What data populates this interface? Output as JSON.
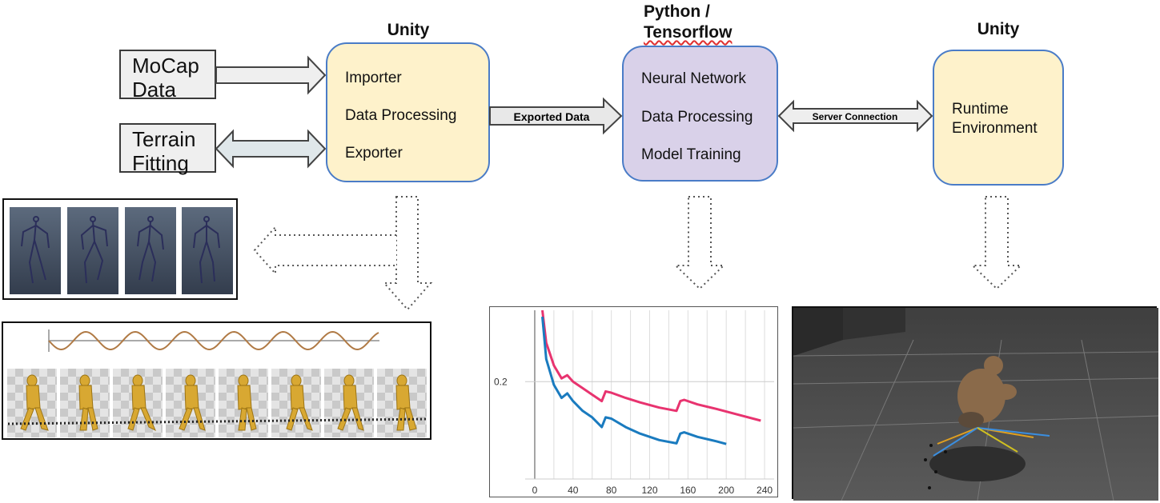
{
  "headings": {
    "unity_left": "Unity",
    "python_line1": "Python /",
    "python_line2": "Tensorflow",
    "unity_right": "Unity"
  },
  "inputs": {
    "mocap_line1": "MoCap",
    "mocap_line2": "Data",
    "terrain_line1": "Terrain",
    "terrain_line2": "Fitting"
  },
  "unity_panel": {
    "items": [
      "Importer",
      "Data Processing",
      "Exporter"
    ]
  },
  "python_panel": {
    "items": [
      "Neural Network",
      "Data Processing",
      "Model Training"
    ]
  },
  "runtime_panel": {
    "line1": "Runtime",
    "line2": "Environment"
  },
  "edges": {
    "exported_data": "Exported Data",
    "server_connection": "Server Connection"
  },
  "colors": {
    "unity_fill": "#fef2cb",
    "python_fill": "#d9d1e9",
    "panel_border": "#4a7cc7",
    "series_train": "#e8336f",
    "series_val": "#1a7bbf",
    "sine": "#b07a45"
  },
  "chart_data": {
    "type": "line",
    "x_ticks": [
      "0",
      "40",
      "80",
      "120",
      "160",
      "200",
      "240"
    ],
    "y_ticks": [
      "0.2"
    ],
    "xlim": [
      -10,
      250
    ],
    "ylim": [
      0.05,
      0.31
    ],
    "grid": true,
    "series": [
      {
        "color": "#e8336f",
        "x": [
          8,
          12,
          20,
          28,
          34,
          40,
          50,
          60,
          70,
          74,
          80,
          95,
          110,
          130,
          148,
          152,
          156,
          170,
          190,
          210,
          236
        ],
        "y": [
          0.31,
          0.26,
          0.225,
          0.205,
          0.21,
          0.2,
          0.19,
          0.18,
          0.17,
          0.185,
          0.183,
          0.175,
          0.168,
          0.16,
          0.155,
          0.17,
          0.172,
          0.165,
          0.158,
          0.15,
          0.14
        ]
      },
      {
        "color": "#1a7bbf",
        "x": [
          8,
          12,
          20,
          28,
          34,
          40,
          50,
          60,
          70,
          74,
          80,
          95,
          110,
          130,
          148,
          152,
          156,
          170,
          190,
          200
        ],
        "y": [
          0.3,
          0.235,
          0.195,
          0.175,
          0.182,
          0.17,
          0.155,
          0.145,
          0.13,
          0.145,
          0.143,
          0.13,
          0.12,
          0.11,
          0.105,
          0.12,
          0.122,
          0.115,
          0.108,
          0.104
        ]
      }
    ]
  }
}
